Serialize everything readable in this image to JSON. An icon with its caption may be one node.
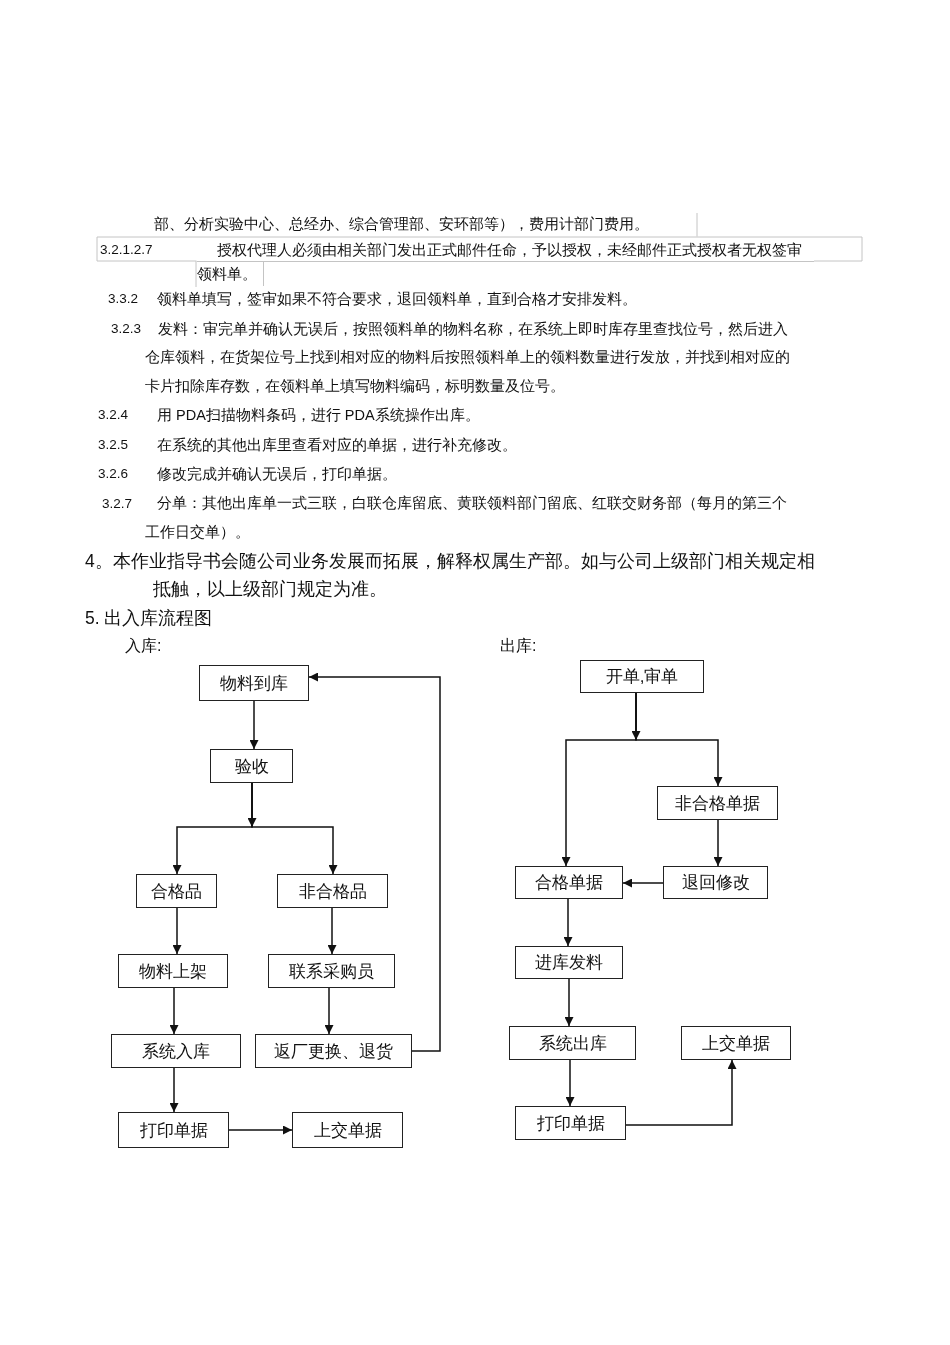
{
  "diagram": {
    "nodes": [
      {
        "text": [
          "物料到库"
        ]
      },
      {
        "text": [
          "验收"
        ]
      },
      {
        "text": [
          "合格品"
        ]
      },
      {
        "text": [
          "非合格品"
        ]
      },
      {
        "text": [
          "物料上架"
        ]
      },
      {
        "text": [
          "联系采购员"
        ]
      },
      {
        "text": [
          "系统入库"
        ]
      },
      {
        "text": [
          "返厂更换、退货"
        ]
      },
      {
        "text": [
          "打印单据"
        ]
      },
      {
        "text": [
          "上交单据"
        ]
      },
      {
        "text": [
          "开单,审单"
        ]
      },
      {
        "text": [
          "非合格单据"
        ]
      },
      {
        "text": [
          "合格单据"
        ]
      },
      {
        "text": [
          "退回修改"
        ]
      },
      {
        "text": [
          "进库发料"
        ]
      },
      {
        "text": [
          "系统出库"
        ]
      },
      {
        "text": [
          "上交单据"
        ]
      },
      {
        "text": [
          "打印单据"
        ]
      }
    ],
    "edges": [
      {
        "from": 0,
        "to": 1,
        "arrow": "to"
      },
      {
        "from": 1,
        "to": 2,
        "arrow": "to"
      },
      {
        "from": 1,
        "to": 3,
        "arrow": "to"
      },
      {
        "from": 2,
        "to": 4,
        "arrow": "to"
      },
      {
        "from": 3,
        "to": 5,
        "arrow": "to"
      },
      {
        "from": 4,
        "to": 6,
        "arrow": "to"
      },
      {
        "from": 5,
        "to": 7,
        "arrow": "to"
      },
      {
        "from": 7,
        "to": 0,
        "arrow": "to"
      },
      {
        "from": 6,
        "to": 8,
        "arrow": "to"
      },
      {
        "from": 8,
        "to": 9,
        "arrow": "to"
      },
      {
        "from": 10,
        "to": 12,
        "arrow": "to"
      },
      {
        "from": 10,
        "to": 11,
        "arrow": "to"
      },
      {
        "from": 11,
        "to": 13,
        "arrow": "to"
      },
      {
        "from": 13,
        "to": 12,
        "arrow": "to"
      },
      {
        "from": 12,
        "to": 14,
        "arrow": "to"
      },
      {
        "from": 14,
        "to": 15,
        "arrow": "to"
      },
      {
        "from": 15,
        "to": 17,
        "arrow": "to"
      },
      {
        "from": 17,
        "to": 16,
        "arrow": "to"
      }
    ],
    "labels": [
      "部、分析实验中心、总经办、综合管理部、安环部等），费用计部门费用。",
      "3.2.1.2.7",
      "授权代理人必须由相关部门发出正式邮件任命，予以授权，未经邮件正式授权者无权签审领料单。",
      "3.3.2",
      "领料单填写，签审如果不符合要求，退回领料单，直到合格才安排发料。",
      "3.2.3",
      "发料：审完单并确认无误后，按照领料单的物料名称，在系统上即时库存里查找位号，然后进入仓库领料，在货架位号上找到相对应的物料后按照领料单上的领料数量进行发放，并找到相对应的卡片扣除库存数，在领料单上填写物料编码，标明数量及位号。",
      "3.2.4",
      "用 PDA扫描物料条码，进行 PDA系统操作出库。",
      "3.2.5",
      "在系统的其他出库里查看对应的单据，进行补充修改。",
      "3.2.6",
      "修改完成并确认无误后，打印单据。",
      "3.2.7",
      "分单：其他出库单一式三联，白联仓库留底、黄联领料部门留底、红联交财务部（每月的第三个工作日交单）。",
      "4。本作业指导书会随公司业务发展而拓展，解释权属生产部。如与公司上级部门相关规定相抵触，以上级部门规定为准。",
      "5. 出入库流程图",
      "入库:",
      "出库:"
    ]
  }
}
